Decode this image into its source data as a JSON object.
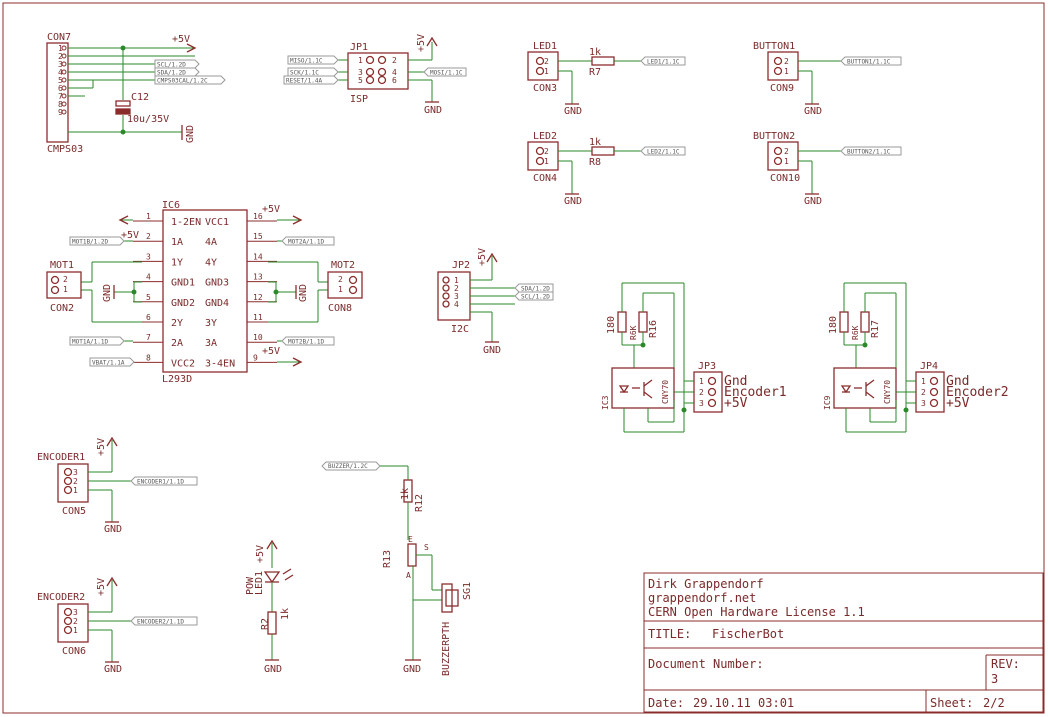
{
  "parts": {
    "con7": {
      "name": "CON7",
      "value": "CMPS03",
      "pins": [
        "1",
        "2",
        "3",
        "4",
        "5",
        "6",
        "7",
        "8",
        "9"
      ]
    },
    "c12": {
      "name": "C12",
      "value": "10u/35V"
    },
    "jp1": {
      "name": "JP1",
      "value": "ISP",
      "pins": [
        "1",
        "2",
        "3",
        "4",
        "5",
        "6"
      ]
    },
    "led1": {
      "name": "LED1",
      "con": "CON3",
      "res": "R7",
      "rval": "1k"
    },
    "led2": {
      "name": "LED2",
      "con": "CON4",
      "res": "R8",
      "rval": "1k"
    },
    "button1": {
      "name": "BUTTON1",
      "con": "CON9"
    },
    "button2": {
      "name": "BUTTON2",
      "con": "CON10"
    },
    "ic6": {
      "name": "IC6",
      "value": "L293D",
      "left_pins": [
        [
          "1",
          "1-2EN"
        ],
        [
          "2",
          "1A"
        ],
        [
          "3",
          "1Y"
        ],
        [
          "4",
          "GND1"
        ],
        [
          "5",
          "GND2"
        ],
        [
          "6",
          "2Y"
        ],
        [
          "7",
          "2A"
        ],
        [
          "8",
          "VCC2"
        ]
      ],
      "right_pins": [
        [
          "16",
          "VCC1"
        ],
        [
          "15",
          "4A"
        ],
        [
          "14",
          "4Y"
        ],
        [
          "13",
          "GND3"
        ],
        [
          "12",
          "GND4"
        ],
        [
          "11",
          "3Y"
        ],
        [
          "10",
          "3A"
        ],
        [
          "9",
          "3-4EN"
        ]
      ]
    },
    "mot1": {
      "name": "MOT1",
      "con": "CON2"
    },
    "mot2": {
      "name": "MOT2",
      "con": "CON8"
    },
    "jp2": {
      "name": "JP2",
      "value": "I2C",
      "pins": [
        "1",
        "2",
        "3",
        "4"
      ]
    },
    "jp3": {
      "name": "JP3",
      "pins": [
        "1",
        "2",
        "3"
      ],
      "labels": [
        "Gnd",
        "Encoder1",
        "+5V"
      ]
    },
    "jp4": {
      "name": "JP4",
      "pins": [
        "1",
        "2",
        "3"
      ],
      "labels": [
        "Gnd",
        "Encoder2",
        "+5V"
      ]
    },
    "ic3": {
      "name": "IC3",
      "value": "CNY70",
      "r1": "R16",
      "r1v": "R6K",
      "r2v": "180"
    },
    "ic9": {
      "name": "IC9",
      "value": "CNY70",
      "r1": "R17",
      "r1v": "R6K",
      "r2v": "180"
    },
    "encoder1": {
      "name": "ENCODER1",
      "con": "CON5",
      "pins": [
        "3",
        "2",
        "1"
      ]
    },
    "encoder2": {
      "name": "ENCODER2",
      "con": "CON6",
      "pins": [
        "3",
        "2",
        "1"
      ]
    },
    "led": {
      "name": "LED1",
      "value": "POW"
    },
    "r2": {
      "name": "R2",
      "value": "1k"
    },
    "r12": {
      "name": "R12",
      "value": "1k"
    },
    "r13": {
      "name": "R13",
      "labels": [
        "A",
        "E",
        "S"
      ]
    },
    "sg1": {
      "name": "SG1",
      "value": "BUZZERPTH"
    }
  },
  "nets": {
    "p5v": "+5V",
    "gnd": "GND",
    "scl": "SCL/1.2D",
    "sda": "SDA/1.2D",
    "cmps": "CMPS03CAL/1.2C",
    "miso": "MISO/1.1C",
    "sck": "SCK/1.1C",
    "reset": "RESET/1.4A",
    "mosi": "MOSI/1.1C",
    "led1": "LED1/1.1C",
    "led2": "LED2/1.1C",
    "btn1": "BUTTON1/1.1C",
    "btn2": "BUTTON2/1.1C",
    "mot1b": "MOT1B/1.2D",
    "mot1a": "MOT1A/1.1D",
    "mot2a": "MOT2A/1.1D",
    "mot2b": "MOT2B/1.1D",
    "vbat": "VBAT/1.1A",
    "sda2": "SDA/1.2D",
    "scl2": "SCL/1.2D",
    "enc1": "ENCODER1/1.1D",
    "enc2": "ENCODER2/1.1D",
    "buzzer": "BUZZER/1.2C"
  },
  "title_block": {
    "author": "Dirk Grappendorf",
    "site": "grappendorf.net",
    "license": "CERN Open Hardware License 1.1",
    "title_label": "TITLE:",
    "title": "FischerBot",
    "docnum_label": "Document Number:",
    "rev_label": "REV:",
    "rev": "3",
    "date_label": "Date:",
    "date": "29.10.11 03:01",
    "sheet_label": "Sheet:",
    "sheet": "2/2"
  }
}
